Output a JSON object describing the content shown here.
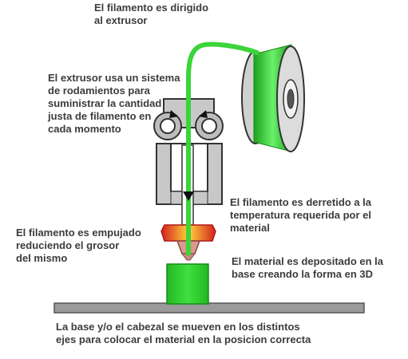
{
  "labels": {
    "filament_directed": "El filamento es dirigido\nal extrusor",
    "extruder_bearings": "El extrusor usa un sistema\nde rodamientos para\nsuministrar la cantidad\njusta de filamento en\ncada momento",
    "filament_melted": "El filamento es derretido a la\ntemperatura requerida por el\nmaterial",
    "filament_pushed": "El filamento es empujado\nreduciendo el grosor\ndel mismo",
    "material_deposited": "El material es depositado en la\nbase creando la forma en 3D",
    "base_moves": "La base y/o el cabezal se mueven en los distintos\nejes para colocar el material en la posicion correcta"
  },
  "colors": {
    "filament": "#3bd43b",
    "filament_dark": "#1faa1f",
    "printed_part": "#2ed12e",
    "extruder_body": "#c8c8c8",
    "outline": "#333333",
    "heater_outer": "#e2302a",
    "heater_inner": "#ffd23a",
    "base": "#9a9a9a",
    "text": "#3c3c3c"
  }
}
